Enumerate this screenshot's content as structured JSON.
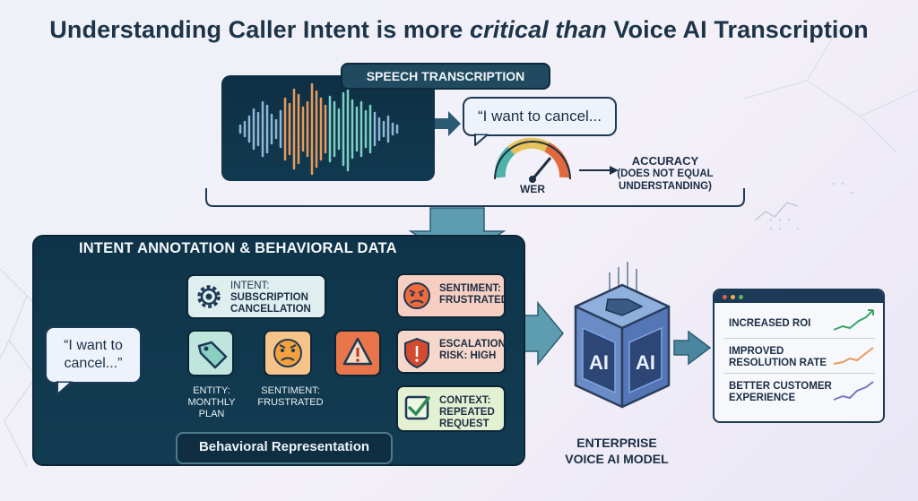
{
  "title": {
    "part1": "Understanding Caller Intent is more ",
    "emphasis": "critical than",
    "part2": " Voice AI Transcription"
  },
  "speech": {
    "label": "SPEECH TRANSCRIPTION",
    "bubble": "“I want to cancel...",
    "meter_label": "WER",
    "accuracy_line1": "ACCURACY",
    "accuracy_line2": "(DOES NOT EQUAL",
    "accuracy_line3": "UNDERSTANDING)"
  },
  "annotation": {
    "title": "INTENT ANNOTATION & BEHAVIORAL DATA",
    "caller_line1": "“I want to",
    "caller_line2": "cancel...”",
    "intent_line1": "INTENT:",
    "intent_line2": "SUBSCRIPTION",
    "intent_line3": "CANCELLATION",
    "entity_line1": "ENTITY:",
    "entity_line2": "MONTHLY",
    "entity_line3": "PLAN",
    "sentiment_mid_line1": "SENTIMENT:",
    "sentiment_mid_line2": "FRUSTRATED",
    "sentiment_line1": "SENTIMENT:",
    "sentiment_line2": "FRUSTRATED",
    "escalation_line1": "ESCALATION",
    "escalation_line2": "RISK: HIGH",
    "context_line1": "CONTEXT:",
    "context_line2": "REPEATED",
    "context_line3": "REQUEST",
    "behavioral": "Behavioral Representation"
  },
  "model": {
    "cube_face_left": "AI",
    "cube_face_right": "AI",
    "label_line1": "ENTERPRISE",
    "label_line2": "VOICE AI MODEL"
  },
  "results": {
    "items": [
      {
        "line1": "INCREASED ROI",
        "line2": ""
      },
      {
        "line1": "IMPROVED",
        "line2": "RESOLUTION RATE"
      },
      {
        "line1": "BETTER CUSTOMER",
        "line2": "EXPERIENCE"
      }
    ]
  },
  "colors": {
    "panel_dark": "#0f3449",
    "wave_blue": "#8fb7d6",
    "wave_orange": "#e89a5c",
    "wave_teal": "#7ed0c6",
    "arrow_orange": "#f0a050",
    "arrow_teal": "#2d6f84"
  }
}
